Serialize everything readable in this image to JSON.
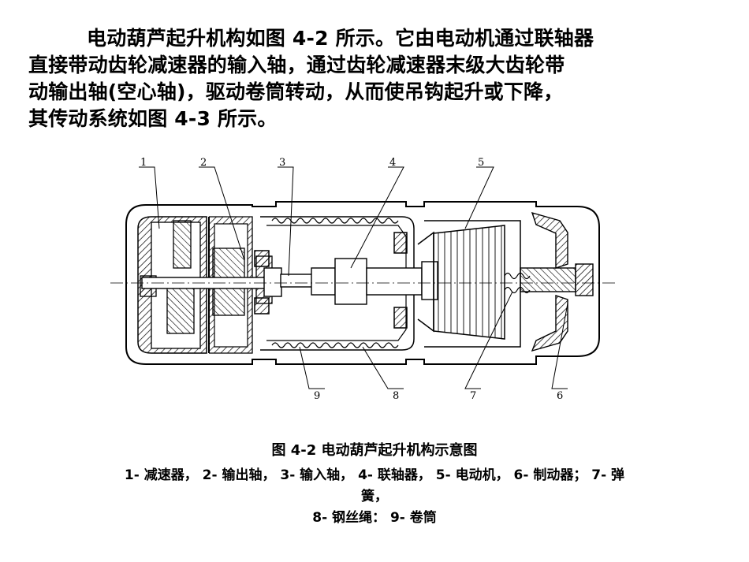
{
  "intro": {
    "line1": "电动葫芦起升机构如图 4-2 所示。它由电动机通过联轴器",
    "line2": "直接带动齿轮减速器的输入轴，通过齿轮减速器末级大齿轮带",
    "line3": "动输出轴(空心轴)，驱动卷筒转动，从而使吊钩起升或下降，",
    "line4": "其传动系统如图 4-3 所示。"
  },
  "figure": {
    "callouts": [
      "1",
      "2",
      "3",
      "4",
      "5",
      "6",
      "7",
      "8",
      "9"
    ]
  },
  "caption": {
    "title": "图 4-2   电动葫芦起升机构示意图",
    "legend_line1": "1- 减速器， 2- 输出轴， 3- 输入轴， 4- 联轴器， 5- 电动机， 6- 制动器； 7- 弹",
    "legend_line2": "簧，",
    "legend_line3": "8- 钢丝绳： 9- 卷筒"
  }
}
